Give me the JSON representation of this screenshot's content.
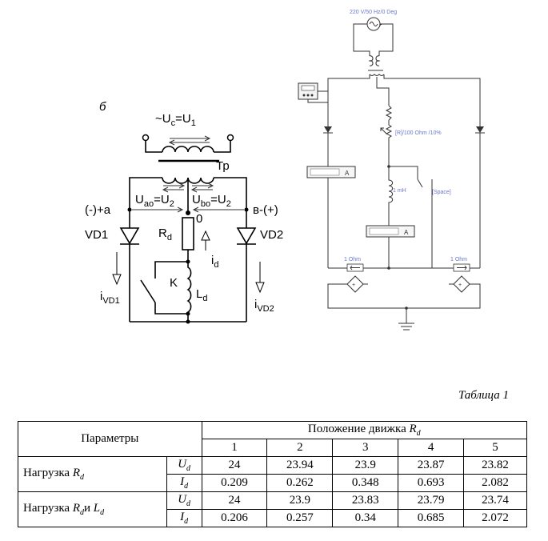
{
  "figure_label": "б",
  "schematic": {
    "source_label": "~U",
    "source_sub": "c",
    "source_eq": "=U",
    "source_eq_sub": "1",
    "transformer_label": "Тр",
    "uao_label": "U",
    "uao_sub": "ao",
    "uao_eq": "=U",
    "uao_eq_sub": "2",
    "ubo_label": "U",
    "ubo_sub": "bo",
    "ubo_eq": "=U",
    "ubo_eq_sub": "2",
    "left_terminal": "(-)+a",
    "right_terminal": "в-(+)",
    "zero_node": "0",
    "vd1": "VD1",
    "vd2": "VD2",
    "rd": "R",
    "rd_sub": "d",
    "id": "i",
    "id_sub": "d",
    "k": "K",
    "ld": "L",
    "ld_sub": "d",
    "ivd1": "i",
    "ivd1_sub": "VD1",
    "ivd2": "i",
    "ivd2_sub": "VD2"
  },
  "sim": {
    "source_text": "220 V/50 Hz/0 Deg",
    "pot_text": "[R]/100  Ohm /10%",
    "inductor_text": "1 mH",
    "switch_text": "[Space]",
    "ammeter1_text": "A",
    "ammeter2_text": "A",
    "shunt1_text": "1  Ohm",
    "shunt2_text": "1  Ohm"
  },
  "table_caption": "Таблица 1",
  "table": {
    "params_header": "Параметры",
    "position_header": "Положение движка",
    "position_symbol": "R",
    "position_sub": "d",
    "columns": [
      "1",
      "2",
      "3",
      "4",
      "5"
    ],
    "rows": [
      {
        "group": "Нагрузка",
        "group_sym": "R",
        "group_sub": "d",
        "group_extra": "",
        "group_sym2": "",
        "group_sub2": "",
        "sym": "U",
        "sub": "d",
        "values": [
          "24",
          "23.94",
          "23.9",
          "23.87",
          "23.82"
        ]
      },
      {
        "sym": "I",
        "sub": "d",
        "values": [
          "0.209",
          "0.262",
          "0.348",
          "0.693",
          "2.082"
        ]
      },
      {
        "group": "Нагрузка",
        "group_sym": "R",
        "group_sub": "d",
        "group_extra": "и",
        "group_sym2": "L",
        "group_sub2": "d",
        "sym": "U",
        "sub": "d",
        "values": [
          "24",
          "23.9",
          "23.83",
          "23.79",
          "23.74"
        ]
      },
      {
        "sym": "I",
        "sub": "d",
        "values": [
          "0.206",
          "0.257",
          "0.34",
          "0.685",
          "2.072"
        ]
      }
    ]
  }
}
